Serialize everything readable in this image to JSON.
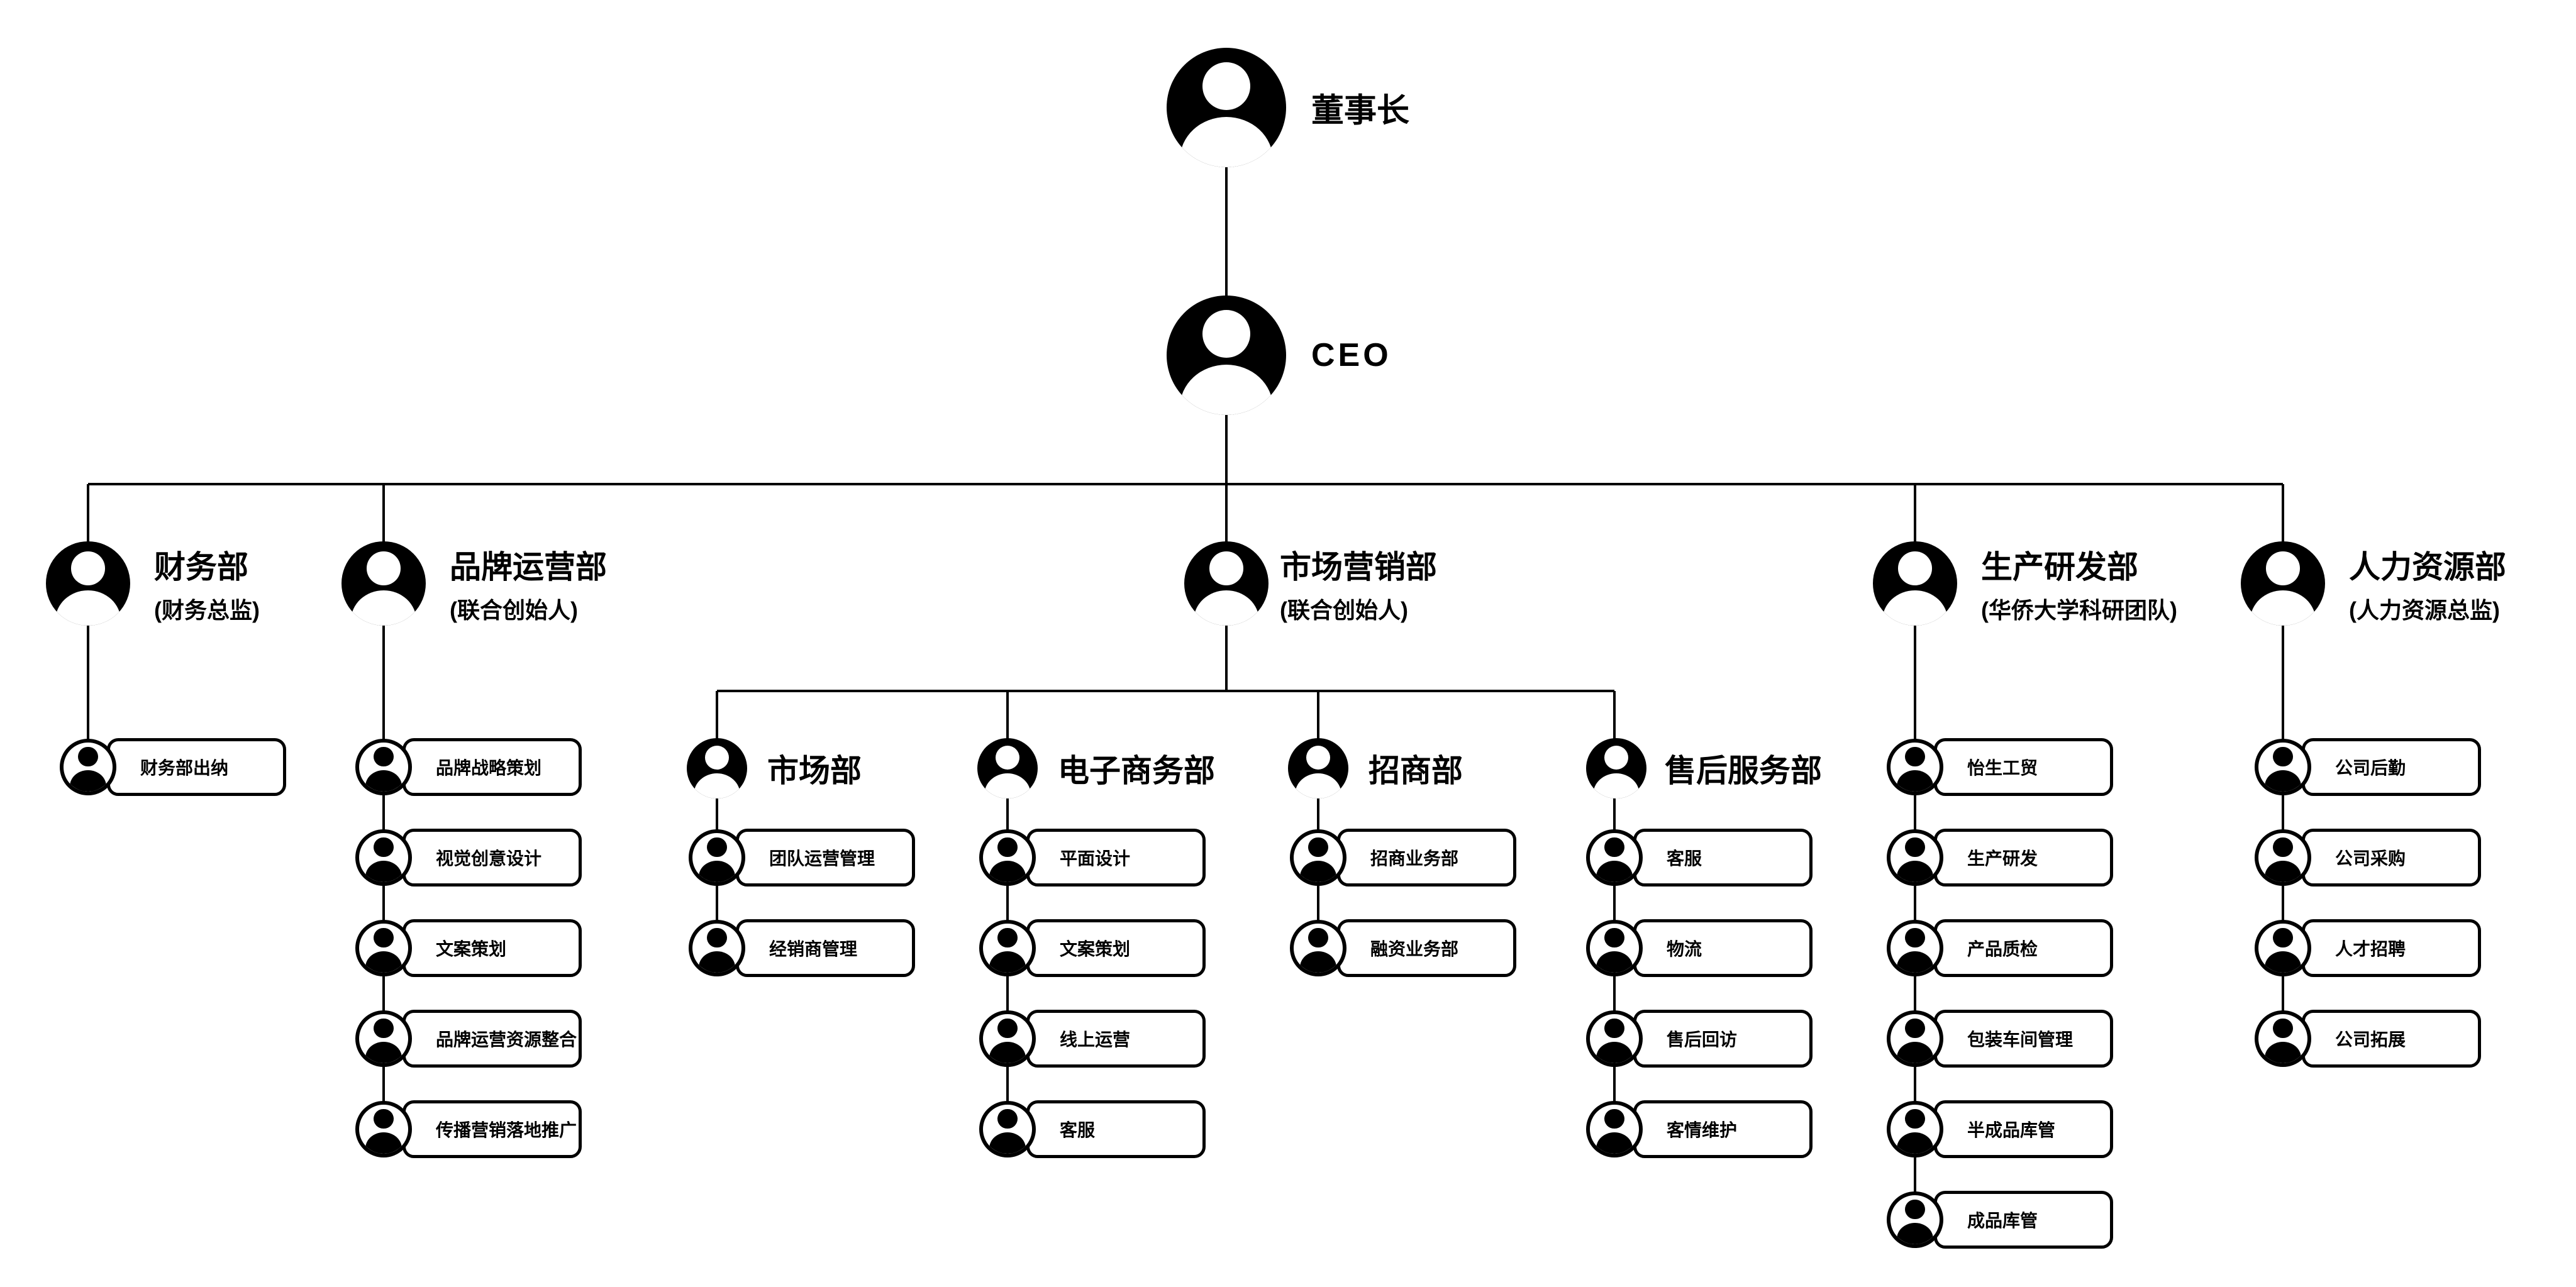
{
  "colors": {
    "ink": "#000000",
    "paper": "#ffffff"
  },
  "icons": {
    "avatar": "person-silhouette-icon"
  },
  "root": {
    "label": "董事长"
  },
  "ceo": {
    "label": "CEO"
  },
  "departments": [
    {
      "label": "财务部",
      "sublabel": "(财务总监)",
      "children": [
        "财务部出纳"
      ]
    },
    {
      "label": "品牌运营部",
      "sublabel": "(联合创始人)",
      "children": [
        "品牌战略策划",
        "视觉创意设计",
        "文案策划",
        "品牌运营资源整合",
        "传播营销落地推广"
      ]
    },
    {
      "label": "市场营销部",
      "sublabel": "(联合创始人)",
      "sub_departments": [
        {
          "label": "市场部",
          "children": [
            "团队运营管理",
            "经销商管理"
          ]
        },
        {
          "label": "电子商务部",
          "children": [
            "平面设计",
            "文案策划",
            "线上运营",
            "客服"
          ]
        },
        {
          "label": "招商部",
          "children": [
            "招商业务部",
            "融资业务部"
          ]
        },
        {
          "label": "售后服务部",
          "children": [
            "客服",
            "物流",
            "售后回访",
            "客情维护"
          ]
        }
      ]
    },
    {
      "label": "生产研发部",
      "sublabel": "(华侨大学科研团队)",
      "children": [
        "怡生工贸",
        "生产研发",
        "产品质检",
        "包装车间管理",
        "半成品库管",
        "成品库管"
      ]
    },
    {
      "label": "人力资源部",
      "sublabel": "(人力资源总监)",
      "children": [
        "公司后勤",
        "公司采购",
        "人才招聘",
        "公司拓展"
      ]
    }
  ]
}
